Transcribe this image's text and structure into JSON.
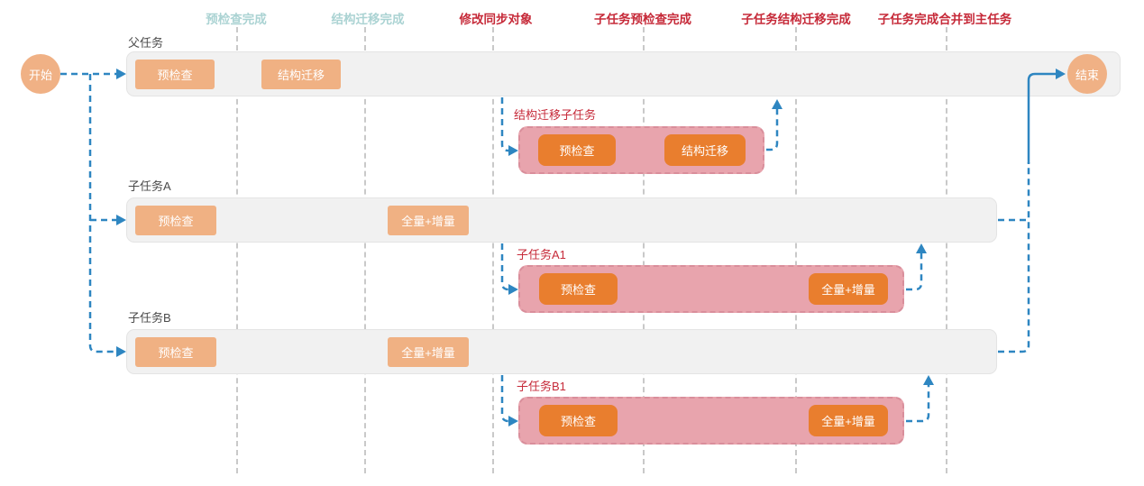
{
  "palette": {
    "accent_blue": "#2e86c1",
    "milestone_teal": "#abd3d3",
    "milestone_red": "#c62a39",
    "chip_light_orange": "#f0b183",
    "chip_dark_orange": "#e97e2e",
    "subtask_pink": "#e8a4ad",
    "lane_gray": "#f1f1f1",
    "grid_line_gray": "#c9c9c9"
  },
  "milestones": [
    {
      "label": "预检查完成",
      "color": "teal"
    },
    {
      "label": "结构迁移完成",
      "color": "teal"
    },
    {
      "label": "修改同步对象",
      "color": "red"
    },
    {
      "label": "子任务预检查完成",
      "color": "red"
    },
    {
      "label": "子任务结构迁移完成",
      "color": "red"
    },
    {
      "label": "子任务完成合并到主任务",
      "color": "red"
    }
  ],
  "nodes": {
    "start": "开始",
    "end": "结束"
  },
  "lanes": [
    {
      "label": "父任务",
      "steps": [
        {
          "label": "预检查"
        },
        {
          "label": "结构迁移"
        }
      ]
    },
    {
      "label": "子任务A",
      "steps": [
        {
          "label": "预检查"
        },
        {
          "label": "全量+增量"
        }
      ]
    },
    {
      "label": "子任务B",
      "steps": [
        {
          "label": "预检查"
        },
        {
          "label": "全量+增量"
        }
      ]
    }
  ],
  "subtasks": [
    {
      "label": "结构迁移子任务",
      "steps": [
        {
          "label": "预检查"
        },
        {
          "label": "结构迁移"
        }
      ]
    },
    {
      "label": "子任务A1",
      "steps": [
        {
          "label": "预检查"
        },
        {
          "label": "全量+增量"
        }
      ]
    },
    {
      "label": "子任务B1",
      "steps": [
        {
          "label": "预检查"
        },
        {
          "label": "全量+增量"
        }
      ]
    }
  ]
}
